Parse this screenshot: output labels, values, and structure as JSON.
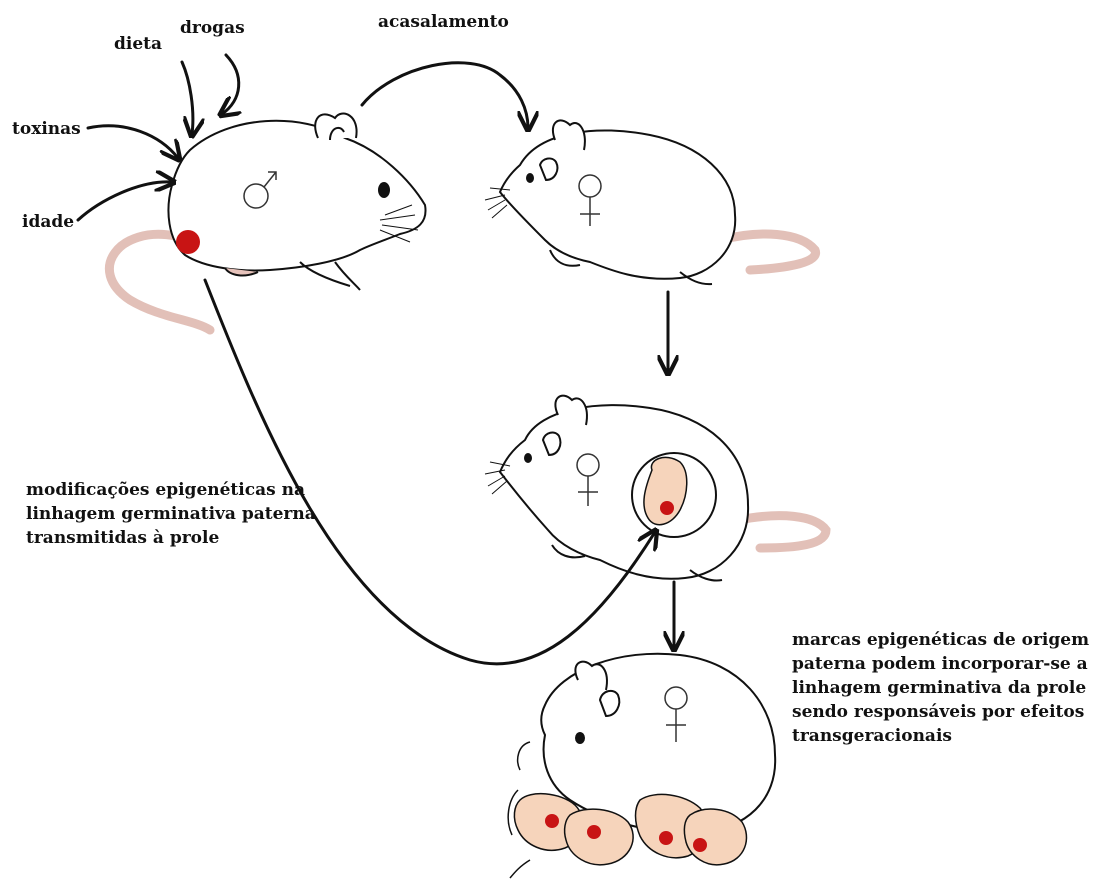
{
  "labels": {
    "idade": "idade",
    "toxinas": "toxinas",
    "dieta": "dieta",
    "drogas": "drogas",
    "acasalamento": "acasalamento"
  },
  "paternal_text": [
    "modificações epigenéticas na",
    "linhagem germinativa paterna",
    "transmitidas à prole"
  ],
  "offspring_text": [
    "marcas epigenéticas de origem",
    "paterna podem incorporar-se a",
    "linhagem germinativa da prole",
    "sendo responsáveis por efeitos",
    "transgeracionais"
  ],
  "symbols": {
    "male": "male-symbol",
    "female": "female-symbol"
  },
  "colors": {
    "outline": "#111111",
    "tail_pink": "#e7c3bb",
    "embryo_peach": "#f6d4bb",
    "epigenetic_mark_red": "#c81414"
  }
}
